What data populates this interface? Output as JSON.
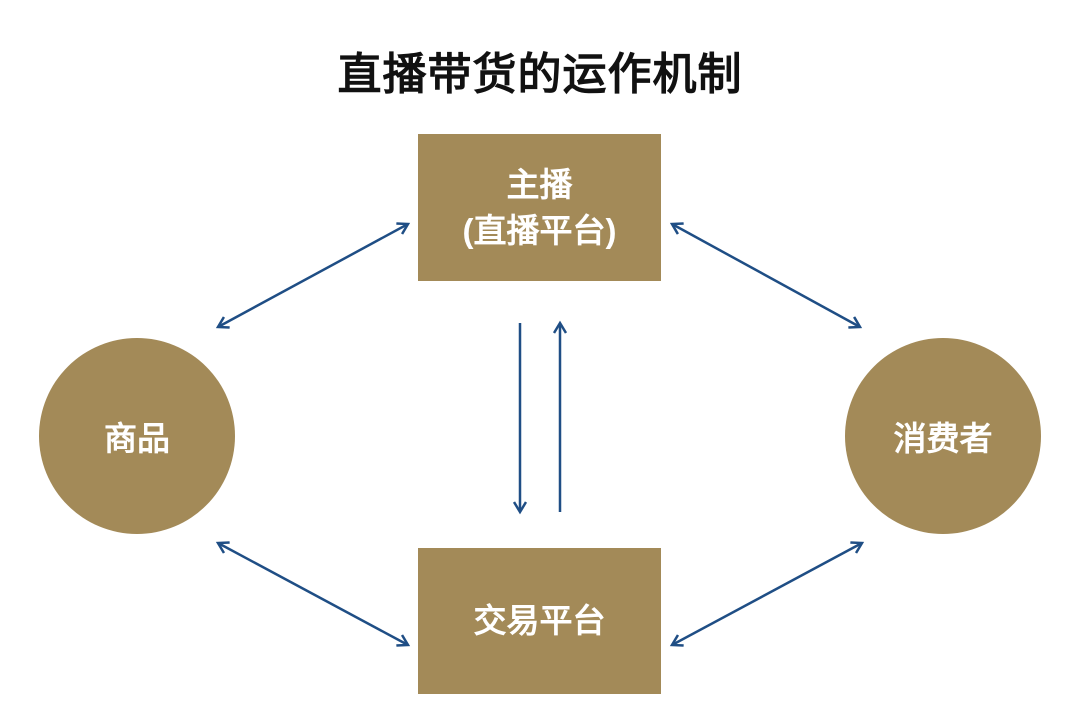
{
  "title": "直播带货的运作机制",
  "nodes": {
    "anchor": {
      "line1": "主播",
      "line2": "(直播平台)"
    },
    "trade_platform": {
      "label": "交易平台"
    },
    "goods": {
      "label": "商品"
    },
    "consumer": {
      "label": "消费者"
    }
  },
  "colors": {
    "node": "#a38a58",
    "arrow": "#1f4e85"
  }
}
